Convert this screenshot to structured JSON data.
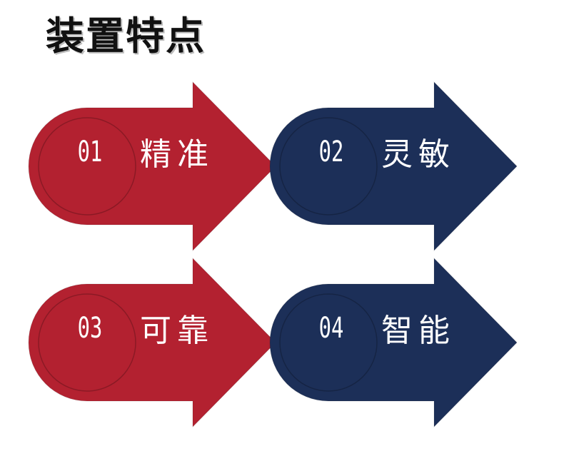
{
  "title": "装置特点",
  "colors": {
    "red": "#B32130",
    "navy": "#1C2F58"
  },
  "items": [
    {
      "number": "01",
      "label": "精准",
      "color": "red"
    },
    {
      "number": "02",
      "label": "灵敏",
      "color": "navy"
    },
    {
      "number": "03",
      "label": "可靠",
      "color": "red"
    },
    {
      "number": "04",
      "label": "智能",
      "color": "navy"
    }
  ]
}
